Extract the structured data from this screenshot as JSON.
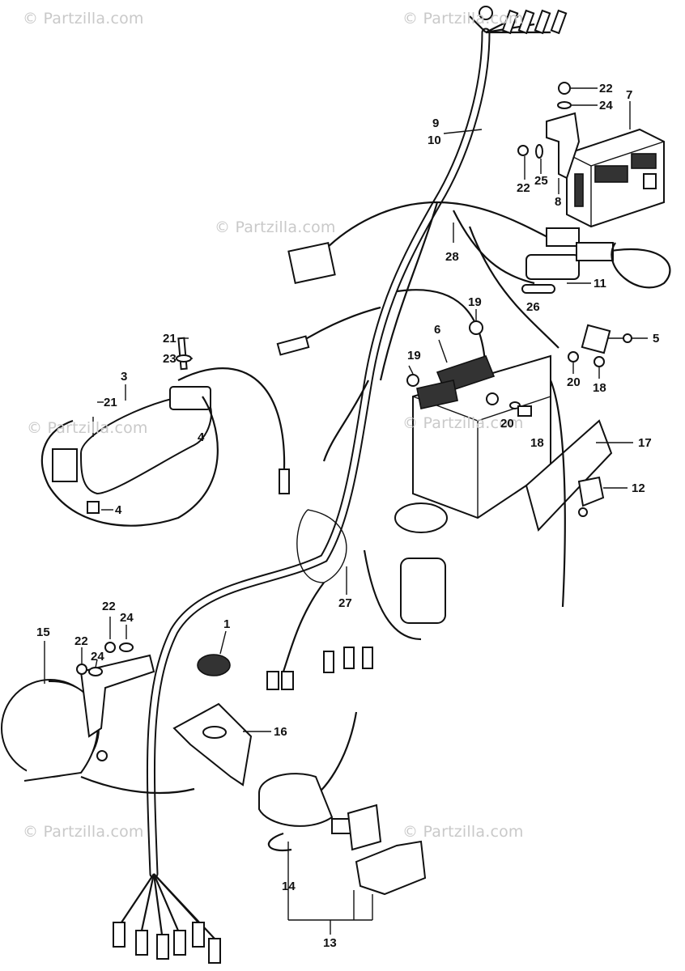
{
  "watermarks": [
    "© Partzilla.com",
    "© Partzilla.com",
    "© Partzilla.com",
    "© Partzilla.com",
    "© Partzilla.com",
    "© Partzilla.com",
    "© Partzilla.com"
  ],
  "callouts": [
    {
      "id": "c22a",
      "text": "22"
    },
    {
      "id": "c24a",
      "text": "24"
    },
    {
      "id": "c7",
      "text": "7"
    },
    {
      "id": "c9",
      "text": "9"
    },
    {
      "id": "c10",
      "text": "10"
    },
    {
      "id": "c22b",
      "text": "22"
    },
    {
      "id": "c25",
      "text": "25"
    },
    {
      "id": "c8",
      "text": "8"
    },
    {
      "id": "c28",
      "text": "28"
    },
    {
      "id": "c11",
      "text": "11"
    },
    {
      "id": "c26",
      "text": "26"
    },
    {
      "id": "c19a",
      "text": "19"
    },
    {
      "id": "c21a",
      "text": "21"
    },
    {
      "id": "c23",
      "text": "23"
    },
    {
      "id": "c6",
      "text": "6"
    },
    {
      "id": "c5",
      "text": "5"
    },
    {
      "id": "c19b",
      "text": "19"
    },
    {
      "id": "c20a",
      "text": "20"
    },
    {
      "id": "c18a",
      "text": "18"
    },
    {
      "id": "c3",
      "text": "3"
    },
    {
      "id": "c21b",
      "text": "21"
    },
    {
      "id": "c20b",
      "text": "20"
    },
    {
      "id": "c18b",
      "text": "18"
    },
    {
      "id": "c4a",
      "text": "4"
    },
    {
      "id": "c17",
      "text": "17"
    },
    {
      "id": "c12",
      "text": "12"
    },
    {
      "id": "c4b",
      "text": "4"
    },
    {
      "id": "c27",
      "text": "27"
    },
    {
      "id": "c22c",
      "text": "22"
    },
    {
      "id": "c24b",
      "text": "24"
    },
    {
      "id": "c1",
      "text": "1"
    },
    {
      "id": "c15",
      "text": "15"
    },
    {
      "id": "c22d",
      "text": "22"
    },
    {
      "id": "c24c",
      "text": "24"
    },
    {
      "id": "c16",
      "text": "16"
    },
    {
      "id": "c14",
      "text": "14"
    },
    {
      "id": "c13",
      "text": "13"
    }
  ]
}
